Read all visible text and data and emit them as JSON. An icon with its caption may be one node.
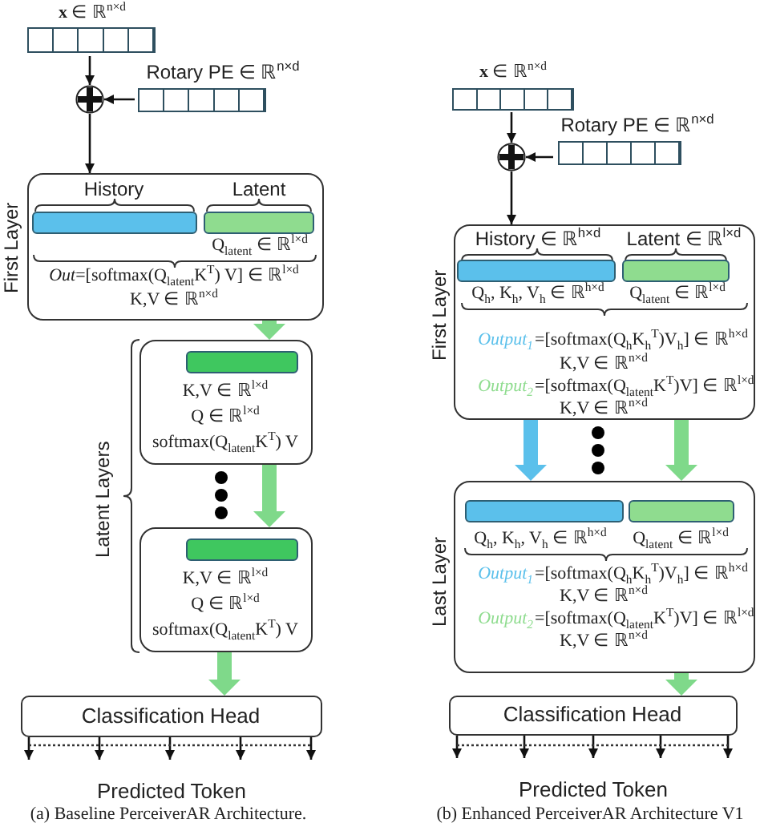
{
  "diagram": {
    "nodes": [
      {
        "text": [
          "**x** ∈ ℝ$^{n×d}$"
        ]
      },
      {
        "text": [
          "Rotary PE ∈ ℝ$^{n×d}$"
        ]
      },
      {
        "text": [],
        "shape": "circle"
      },
      {
        "text": [
          "First Layer",
          "History",
          "Latent",
          "Q$_{latent}$ ∈ ℝ$^{l×d}$",
          "*Out*=[softmax(Q$_{latent}$K$^{T}$) V] ∈ ℝ$^{l×d}$",
          "K,V ∈ ℝ$^{n×d}$"
        ]
      },
      {
        "text": [],
        "shape": "bar",
        "in": 3
      },
      {
        "text": [],
        "shape": "bar",
        "in": 3
      },
      {
        "text": [
          "K,V ∈ ℝ$^{l×d}$",
          "Q ∈ ℝ$^{l×d}$",
          "softmax(Q$_{latent}$K$^{T}$) V"
        ]
      },
      {
        "text": [],
        "shape": "bar",
        "in": 6
      },
      {
        "text": [
          "K,V ∈ ℝ$^{l×d}$",
          "Q ∈ ℝ$^{l×d}$",
          "softmax(Q$_{latent}$K$^{T}$) V"
        ]
      },
      {
        "text": [],
        "shape": "bar",
        "in": 8
      },
      {
        "text": [
          "Classification Head"
        ],
        "beside": [
          "Predicted Token"
        ]
      },
      {
        "text": [
          "**x** ∈ ℝ$^{n×d}$"
        ]
      },
      {
        "text": [
          "Rotary PE ∈ ℝ$^{n×d}$"
        ]
      },
      {
        "text": [],
        "shape": "circle"
      },
      {
        "text": [
          "First Layer",
          "History ∈ ℝ$^{h×d}$",
          "Latent ∈ ℝ$^{l×d}$",
          "Q$_{h}$, K$_{h}$, V$_{h}$ ∈ ℝ$^{h×d}$",
          "Q$_{latent}$ ∈ ℝ$^{l×d}$",
          "Output$_{1}$",
          "=[softmax(Q$_{h}$K$_{h}$$^{T}$)V$_{h}$] ∈ ℝ$^{h×d}$",
          "K,V ∈ ℝ$^{n×d}$",
          "Output$_{2}$",
          "=[softmax(Q$_{latent}$K$^{T}$)V] ∈ ℝ$^{l×d}$",
          "K,V ∈ ℝ$^{n×d}$"
        ]
      },
      {
        "text": [],
        "shape": "bar",
        "in": 14
      },
      {
        "text": [],
        "shape": "bar",
        "in": 14
      },
      {
        "text": [
          "Last Layer",
          "Q$_{h}$, K$_{h}$, V$_{h}$ ∈ ℝ$^{h×d}$",
          "Q$_{latent}$ ∈ ℝ$^{l×d}$",
          "Output$_{1}$",
          "=[softmax(Q$_{h}$K$_{h}$$^{T}$)V$_{h}$] ∈ ℝ$^{h×d}$",
          "K,V ∈ ℝ$^{n×d}$",
          "Output$_{2}$",
          "=[softmax(Q$_{latent}$K$^{T}$)V] ∈ ℝ$^{l×d}$",
          "K,V ∈ ℝ$^{n×d}$"
        ]
      },
      {
        "text": [],
        "shape": "bar",
        "in": 17
      },
      {
        "text": [],
        "shape": "bar",
        "in": 17
      },
      {
        "text": [
          "Classification Head"
        ],
        "beside": [
          "Predicted Token"
        ]
      }
    ],
    "edges": [
      {
        "from": 0,
        "to": 2,
        "arrow": "to"
      },
      {
        "from": 1,
        "to": 2,
        "arrow": "to"
      },
      {
        "from": 2,
        "to": 3,
        "arrow": "to"
      },
      {
        "from": 3,
        "to": 6,
        "arrow": "to",
        "style": "thick",
        "color": "#7fd98a"
      },
      {
        "from": 6,
        "to": 8,
        "arrow": "to",
        "style": "thick",
        "color": "#7fd98a"
      },
      {
        "from": 8,
        "to": 10,
        "arrow": "to",
        "style": "thick",
        "color": "#7fd98a"
      },
      {
        "from": 10,
        "to": null,
        "arrow": "to"
      },
      {
        "from": 10,
        "to": null,
        "arrow": "to"
      },
      {
        "from": 10,
        "to": null,
        "arrow": "to"
      },
      {
        "from": 10,
        "to": null,
        "arrow": "to"
      },
      {
        "from": 10,
        "to": null,
        "arrow": "to"
      },
      {
        "from": 11,
        "to": 13,
        "arrow": "to"
      },
      {
        "from": 12,
        "to": 13,
        "arrow": "to"
      },
      {
        "from": 13,
        "to": 14,
        "arrow": "to"
      },
      {
        "from": 14,
        "to": 17,
        "arrow": "to",
        "style": "thick",
        "color": "#5bc0eb"
      },
      {
        "from": 14,
        "to": 17,
        "arrow": "to",
        "style": "thick",
        "color": "#7fd98a"
      },
      {
        "from": 17,
        "to": 20,
        "arrow": "to",
        "style": "thick",
        "color": "#7fd98a"
      },
      {
        "from": 20,
        "to": null,
        "arrow": "to"
      },
      {
        "from": 20,
        "to": null,
        "arrow": "to"
      },
      {
        "from": 20,
        "to": null,
        "arrow": "to"
      },
      {
        "from": 20,
        "to": null,
        "arrow": "to"
      },
      {
        "from": 20,
        "to": null,
        "arrow": "to"
      }
    ],
    "labels": [
      "Latent Layers",
      "(a) Baseline PerceiverAR Architecture.",
      "(b) Enhanced PerceiverAR Architecture V1"
    ]
  }
}
